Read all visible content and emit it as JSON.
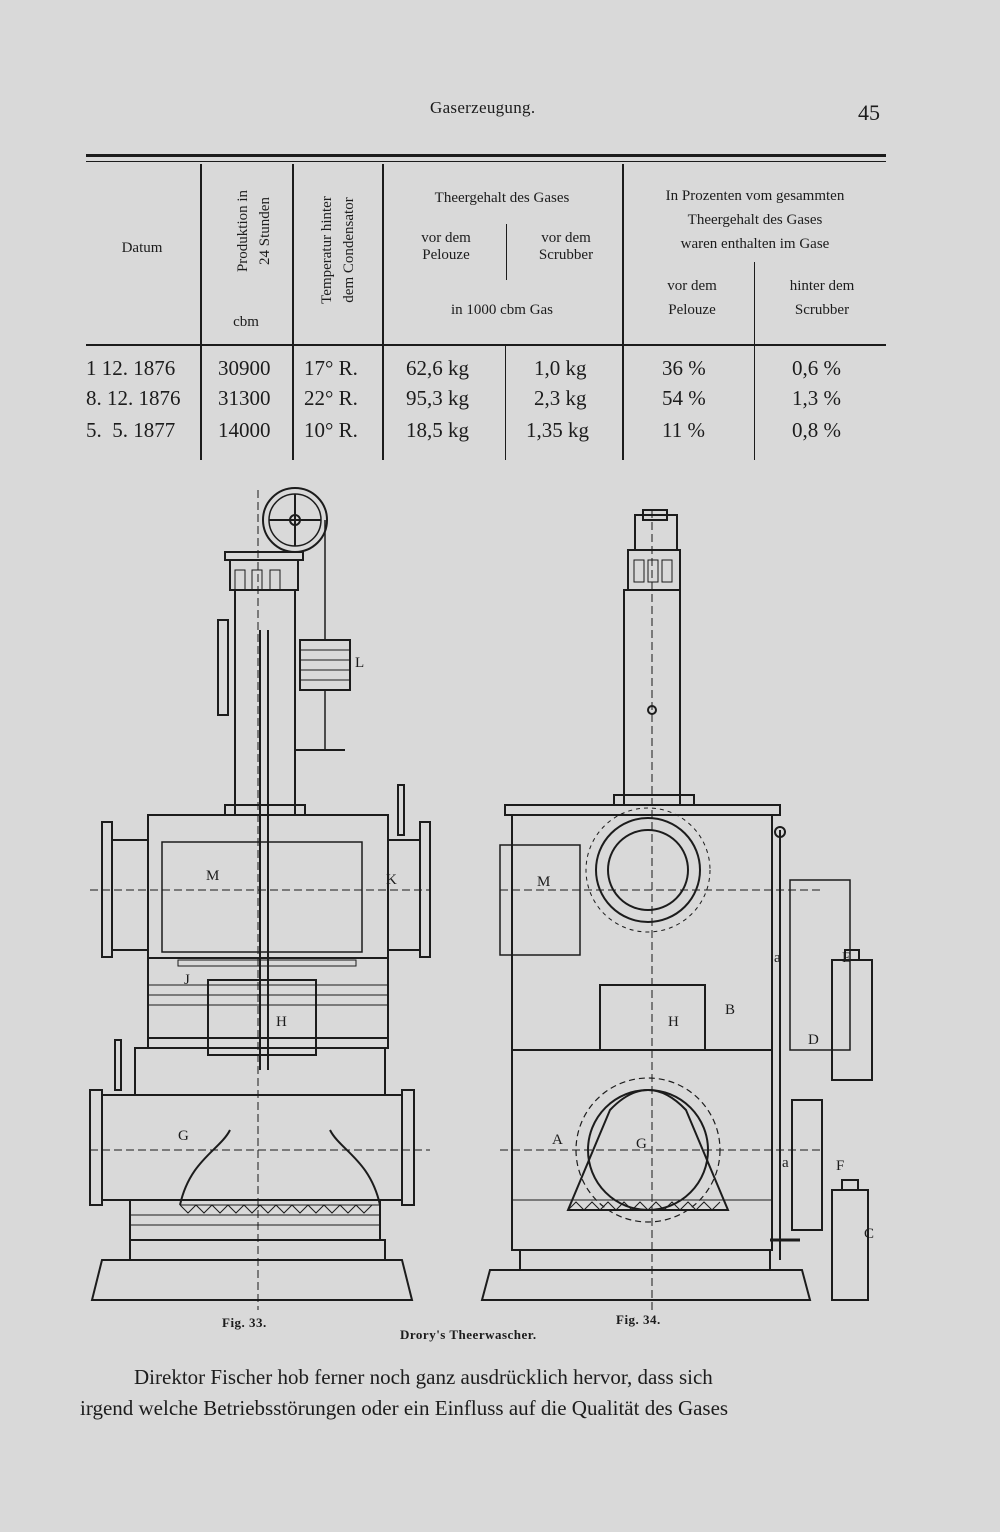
{
  "header": {
    "running_title": "Gaserzeugung.",
    "page_number": "45"
  },
  "table": {
    "col_datum": "Datum",
    "col_produktion": [
      "Produktion in",
      "24 Stunden"
    ],
    "col_produktion_unit": "cbm",
    "col_temperatur": [
      "Temperatur hinter",
      "dem Condensator"
    ],
    "theergehalt_title": "Theergehalt des Gases",
    "vor_dem_pelouze": [
      "vor dem",
      "Pelouze"
    ],
    "vor_dem_scrubber": [
      "vor dem",
      "Scrubber"
    ],
    "in_1000": "in 1000 cbm Gas",
    "prozent_title": [
      "In Prozenten vom gesammten",
      "Theergehalt des Gases",
      "waren enthalten im Gase"
    ],
    "pct_vor": [
      "vor dem",
      "Pelouze"
    ],
    "pct_hinter": [
      "hinter dem",
      "Scrubber"
    ],
    "rows": [
      {
        "datum": "1 12. 1876",
        "produktion": "30900",
        "temp": "17° R.",
        "pelouze": "62,6 kg",
        "scrubber": "1,0 kg",
        "pct_vor": "36 %",
        "pct_hinter": "0,6 %"
      },
      {
        "datum": "8. 12. 1876",
        "produktion": "31300",
        "temp": "22° R.",
        "pelouze": "95,3 kg",
        "scrubber": "2,3 kg",
        "pct_vor": "54 %",
        "pct_hinter": "1,3 %"
      },
      {
        "datum": "5.  5. 1877",
        "produktion": "14000",
        "temp": "10° R.",
        "pelouze": "18,5 kg",
        "scrubber": "1,35 kg",
        "pct_vor": "11 %",
        "pct_hinter": "0,8 %"
      }
    ]
  },
  "figures": {
    "fig33_label": "Fig. 33.",
    "fig34_label": "Fig. 34.",
    "caption": "Drory's Theerwascher.",
    "fig33_letters": {
      "L": "L",
      "M": "M",
      "K": "K",
      "J": "J",
      "H": "H",
      "G": "G"
    },
    "fig34_letters": {
      "M": "M",
      "B": "B",
      "H": "H",
      "A": "A",
      "G": "G",
      "a1": "a",
      "a2": "a",
      "E": "E",
      "D": "D",
      "F": "F",
      "C": "C"
    }
  },
  "body": {
    "line1": "Direktor Fischer hob ferner noch ganz ausdrücklich hervor, dass sich",
    "line2": "irgend welche Betriebsstörungen oder ein Einfluss auf die Qualität des Gases"
  }
}
